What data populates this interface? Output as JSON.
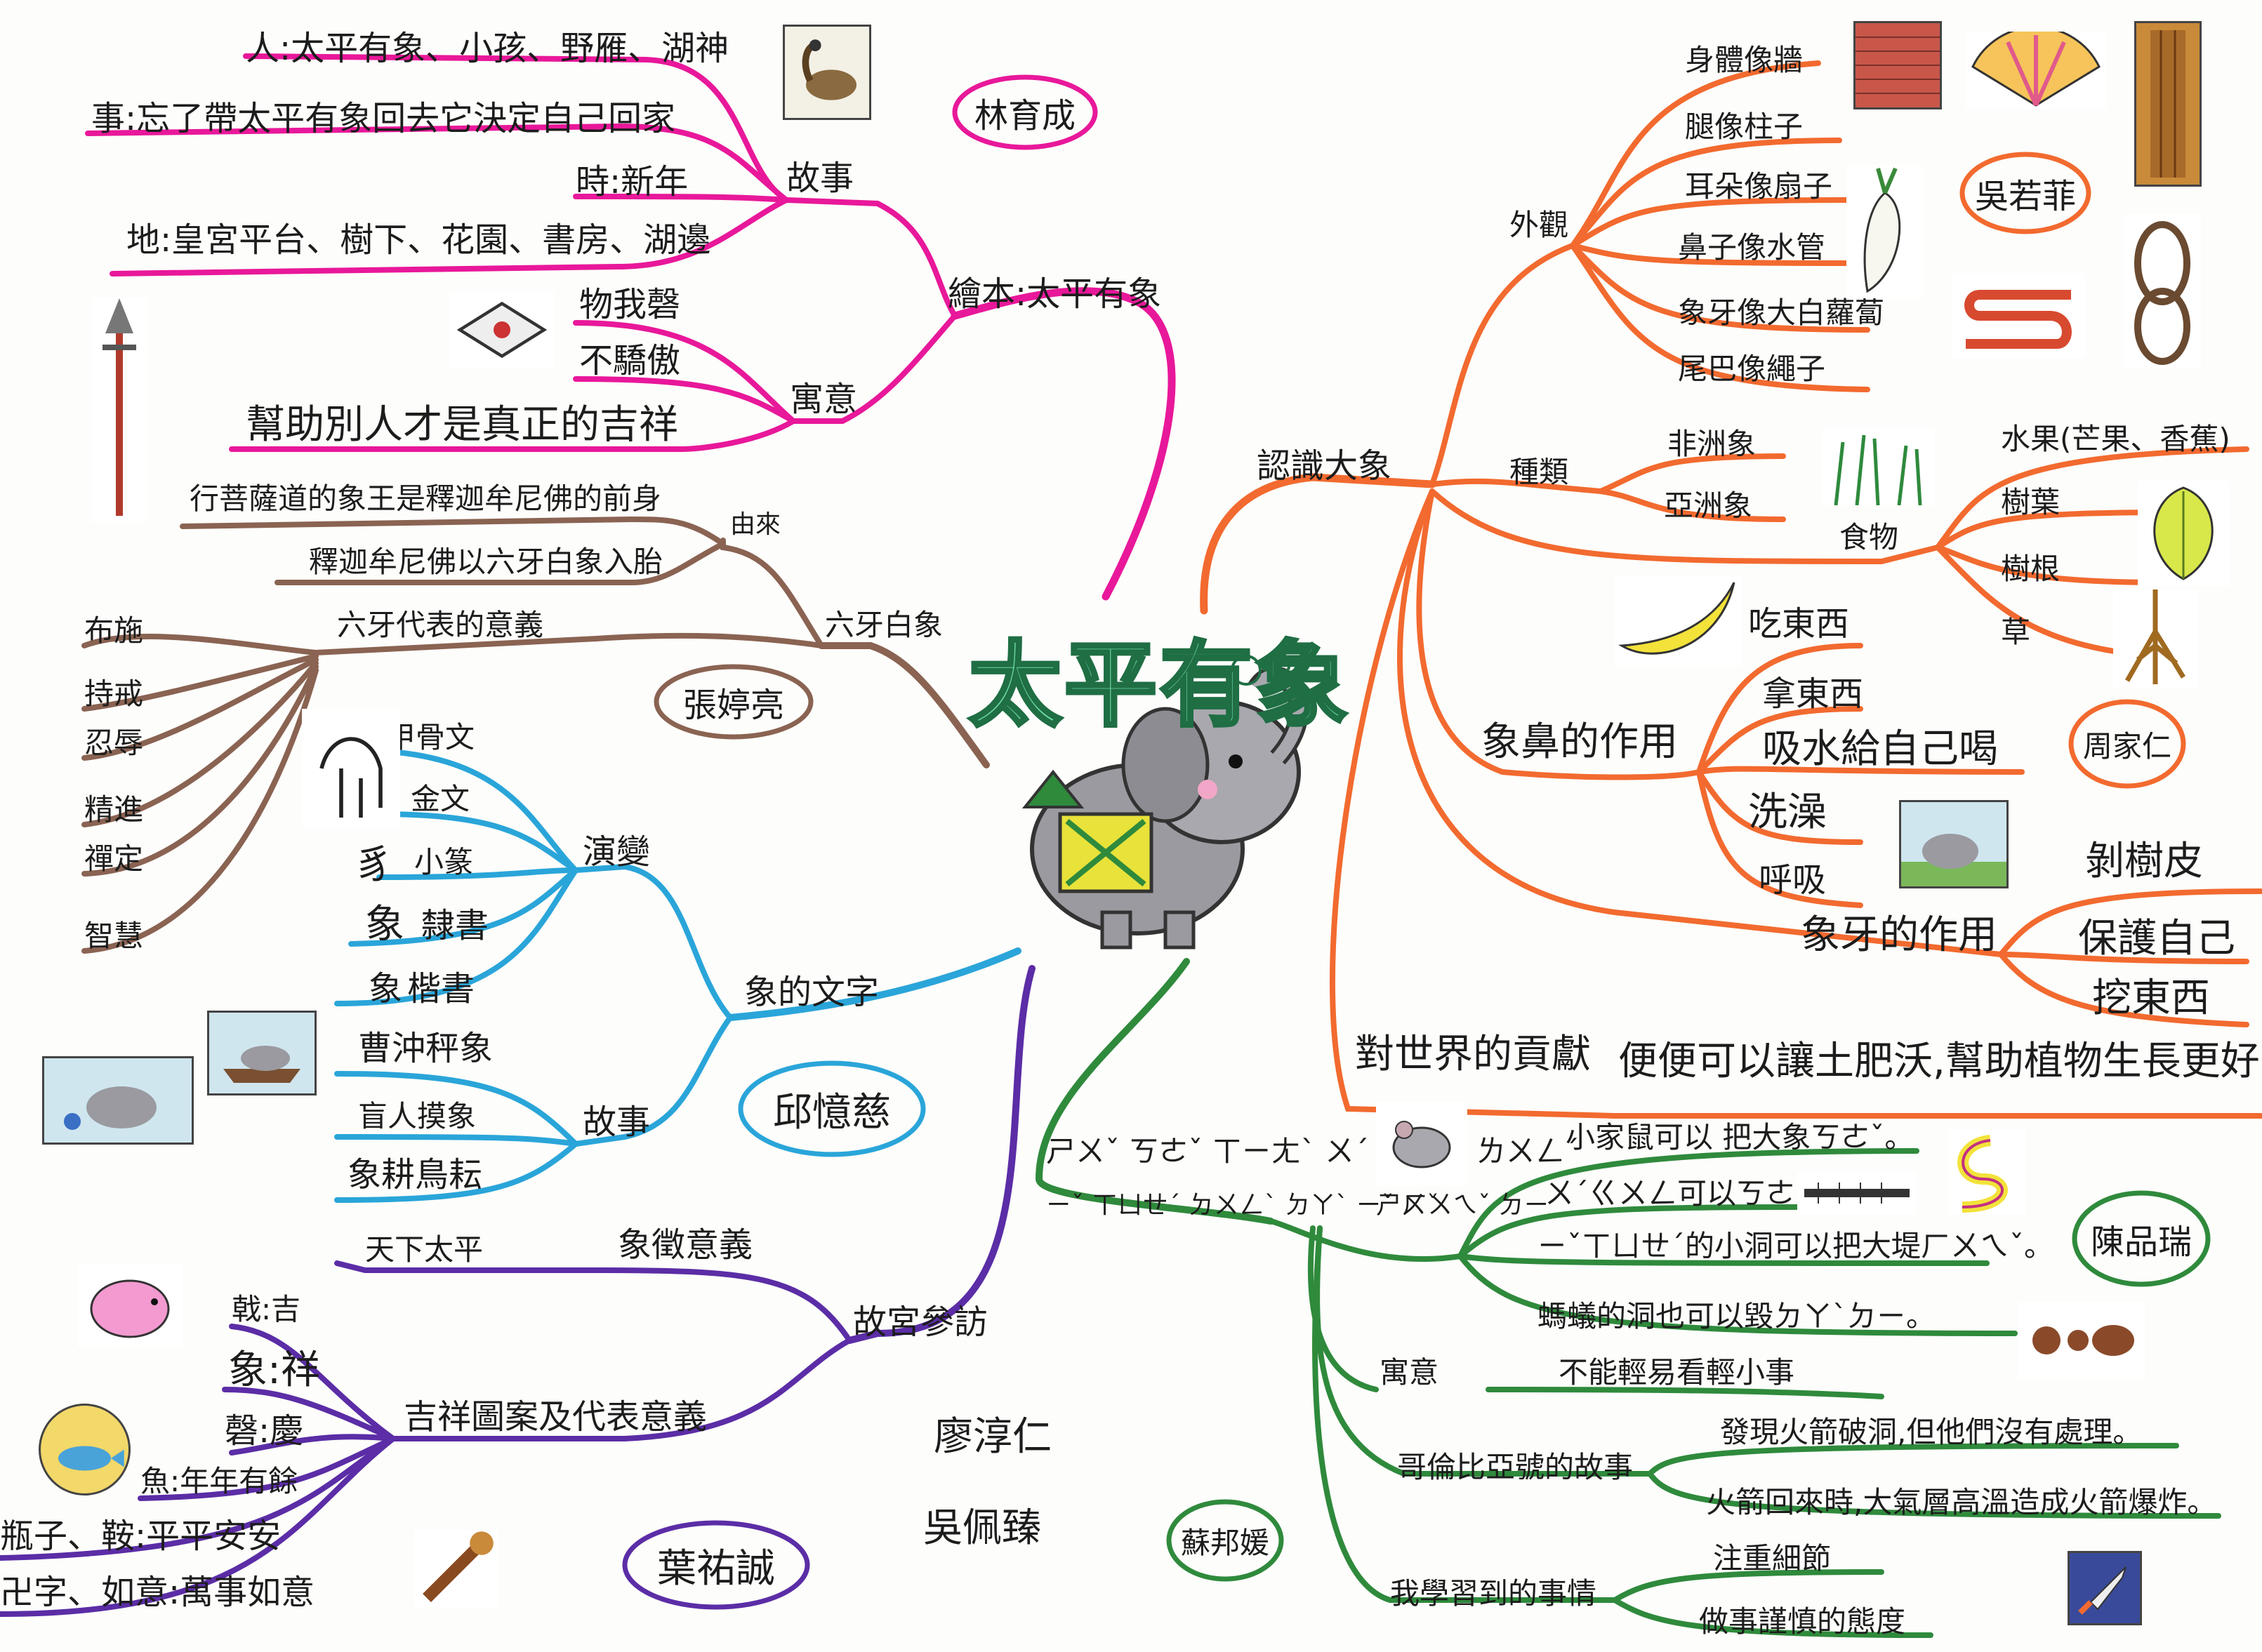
{
  "center": {
    "title": "太平有象"
  },
  "colors": {
    "pink": "#e8189a",
    "orange": "#f26a2f",
    "brown": "#8a6352",
    "blue": "#2aa5d9",
    "purple": "#5b2da6",
    "green": "#2f8a3c",
    "title_fill": "#6cd6a6"
  },
  "pink_branch": {
    "main": "繪本:太平有象",
    "story": {
      "label": "故事",
      "people": "人:太平有象、小孩、野雁、湖神",
      "event": "事:忘了帶太平有象回去它決定自己回家",
      "time": "時:新年",
      "place": "地:皇宮平台、樹下、花園、書房、湖邊"
    },
    "moral": {
      "label": "寓意",
      "item1": "物我磬",
      "item2": "不驕傲",
      "item3": "幫助別人才是真正的吉祥"
    },
    "author": "林育成"
  },
  "brown_branch": {
    "main": "六牙白象",
    "origin": {
      "label": "由來",
      "line1": "行菩薩道的象王是釋迦牟尼佛的前身",
      "line2": "釋迦牟尼佛以六牙白象入胎"
    },
    "six_tusks": {
      "label": "六牙代表的意義",
      "items": [
        "布施",
        "持戒",
        "忍辱",
        "精進",
        "禪定",
        "智慧"
      ]
    },
    "author": "張婷亮"
  },
  "blue_branch": {
    "main": "象的文字",
    "evolution": {
      "label": "演變",
      "items": [
        "甲骨文",
        "金文",
        "小篆",
        "隸書",
        "楷書"
      ],
      "glyphs": [
        "豸",
        "象",
        "象"
      ]
    },
    "stories": {
      "label": "故事",
      "items": [
        "曹沖秤象",
        "盲人摸象",
        "象耕鳥耘"
      ]
    },
    "author": "邱憶慈"
  },
  "purple_branch": {
    "main": "故宮參訪",
    "symbol": {
      "label": "象徵意義",
      "item": "天下太平"
    },
    "auspicious": {
      "label": "吉祥圖案及代表意義",
      "items": [
        "戟:吉",
        "象:祥",
        "磬:慶",
        "魚:年年有餘",
        "瓶子、鞍:平平安安",
        "卍字、如意:萬事如意"
      ]
    },
    "authors": [
      "廖淳仁",
      "吳佩臻"
    ],
    "author2": "葉祐誠"
  },
  "orange_branch": {
    "main": "認識大象",
    "appearance": {
      "label": "外觀",
      "items": [
        "身體像牆",
        "腿像柱子",
        "耳朵像扇子",
        "鼻子像水管",
        "象牙像大白蘿蔔",
        "尾巴像繩子"
      ]
    },
    "species": {
      "label": "種類",
      "items": [
        "非洲象",
        "亞洲象"
      ]
    },
    "food": {
      "label": "食物",
      "items": [
        "水果(芒果、香蕉)",
        "樹葉",
        "樹根",
        "草"
      ]
    },
    "trunk": {
      "label": "象鼻的作用",
      "items": [
        "吃東西",
        "拿東西",
        "吸水給自己喝",
        "洗澡",
        "呼吸"
      ]
    },
    "tusk": {
      "label": "象牙的作用",
      "items": [
        "剝樹皮",
        "保護自己",
        "挖東西"
      ]
    },
    "contribution": {
      "label": "對世界的貢獻",
      "item": "便便可以讓土肥沃,幫助植物生長更好"
    },
    "author1": "吳若菲",
    "author2": "周家仁"
  },
  "green_branch": {
    "title_line1": "ㄕㄨˇ ㄎㄜˇ ㄒㄧㄤˋ ㄨˊ ㄍㄨㄥ ㄌㄨㄥˊ",
    "title_line2": "ㄧˇ ㄒㄩㄝˊ ㄉㄨㄥˋ ㄉㄚˋ ㄧˇ ㄏㄨㄟˇ ㄉㄧ",
    "mouse": {
      "label": "ㄕㄨˇ",
      "items": [
        "小家鼠可以 把大象ㄎㄜˇ。",
        "ㄨˊㄍㄨㄥ可以ㄎㄜˇ蛇。",
        "ㄧˇㄒㄩㄝˊ的小洞可以把大堤ㄏㄨㄟˇ。",
        "螞蟻的洞也可以毀ㄉㄚˋㄉㄧ。"
      ]
    },
    "moral": {
      "label": "寓意",
      "item": "不能輕易看輕小事"
    },
    "columbia": {
      "label": "哥倫比亞號的故事",
      "items": [
        "發現火箭破洞,但他們沒有處理。",
        "火箭回來時,大氣層高溫造成火箭爆炸。"
      ]
    },
    "learned": {
      "label": "我學習到的事情",
      "items": [
        "注重細節",
        "做事謹慎的態度"
      ]
    },
    "author1": "陳品瑞",
    "author2": "蘇邦媛"
  },
  "icons": [
    "goose-picture",
    "weapon-halberd-picture",
    "chime-stone-picture",
    "elephant-glyph-picture",
    "elephant-story-picture",
    "pink-elephant-picture",
    "fish-plate-picture",
    "ruyi-picture",
    "brick-wall-picture",
    "fan-picture",
    "pillar-picture",
    "radish-picture",
    "hose-picture",
    "rope-picture",
    "grass-picture",
    "leaves-picture",
    "root-picture",
    "banana-picture",
    "elephant-bath-picture",
    "mouse-picture",
    "snake-picture",
    "centipede-picture",
    "ant-picture",
    "rocket-picture",
    "central-elephant-picture"
  ]
}
